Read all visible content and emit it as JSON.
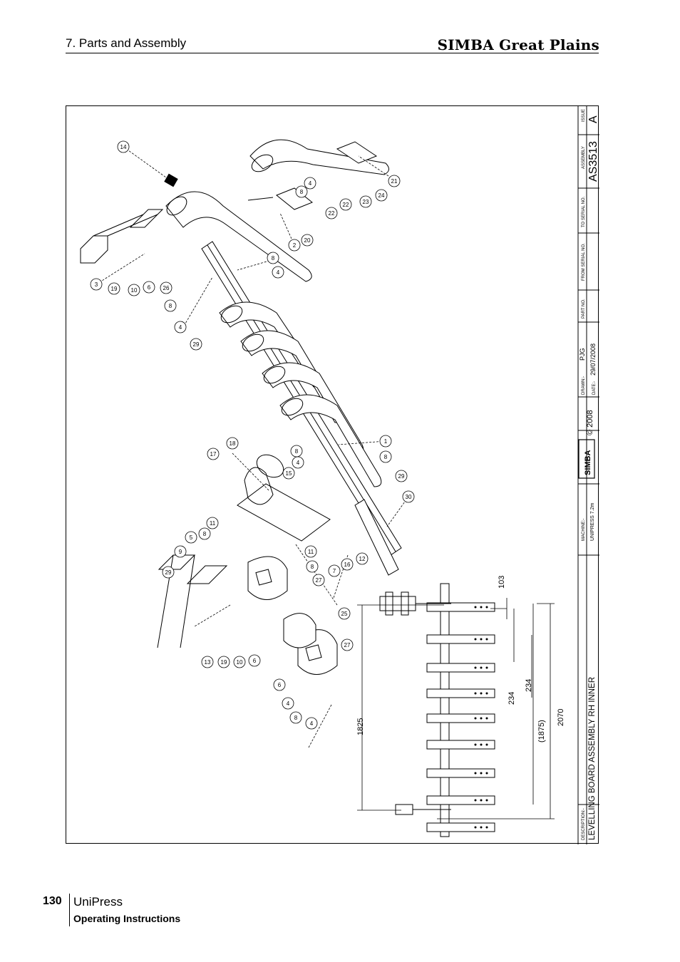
{
  "header": {
    "section_title": "7. Parts and Assembly",
    "brand": "SIMBA Great Plains"
  },
  "title_block": {
    "issue_label": "ISSUE",
    "issue": "A",
    "assembly_label": "ASSEMBLY",
    "assembly_no": "AS3513",
    "to_serial_label": "TO SERIAL NO.",
    "from_serial_label": "FROM SERIAL NO.",
    "part_no_label": "PART NO.",
    "drawn_label": "DRAWN:-",
    "drawn_by": "PJG",
    "date_label": "DATE:-",
    "date": "29/07/2008",
    "copyright": "© 2008",
    "logo": "SIMBA",
    "machine_label": "MACHINE:-",
    "machine": "UNIPRESS 7.2m",
    "description_label": "DESCRIPTION:-",
    "description": "LEVELLING BOARD ASSEMBLY RH INNER"
  },
  "dimensions": {
    "d103": "103",
    "d234a": "234",
    "d234b": "234",
    "d1825": "1825",
    "d1875": "(1875)",
    "d2070": "2070"
  },
  "balloons": [
    "14",
    "3",
    "19",
    "10",
    "6",
    "26",
    "8",
    "4",
    "29",
    "8",
    "4",
    "2",
    "20",
    "8",
    "4",
    "22",
    "22",
    "23",
    "24",
    "21",
    "1",
    "8",
    "29",
    "30",
    "17",
    "18",
    "8",
    "4",
    "15",
    "11",
    "8",
    "5",
    "9",
    "29",
    "8",
    "11",
    "27",
    "7",
    "16",
    "12",
    "25",
    "13",
    "19",
    "10",
    "6",
    "27",
    "6",
    "4",
    "8",
    "4"
  ],
  "footer": {
    "page_number": "130",
    "product": "UniPress",
    "subtitle": "Operating Instructions"
  }
}
